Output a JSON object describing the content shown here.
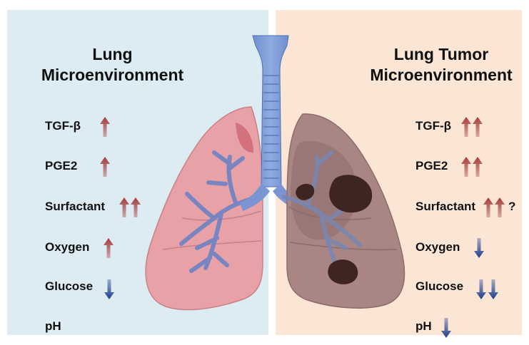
{
  "colors": {
    "left_bg": "#dcecf2",
    "right_bg": "#fbe6d6",
    "up_arrow": "#a33a3a",
    "down_arrow": "#1c3f8c"
  },
  "panels": [
    {
      "title_lines": [
        "Lung",
        "Microenvironment"
      ],
      "factors": [
        {
          "label": "TGF-β",
          "arrows": [
            {
              "direction": "up"
            }
          ]
        },
        {
          "label": "PGE2",
          "arrows": [
            {
              "direction": "up"
            }
          ]
        },
        {
          "label": "Surfactant",
          "arrows": [
            {
              "direction": "up"
            },
            {
              "direction": "up"
            }
          ]
        },
        {
          "label": "Oxygen",
          "arrows": [
            {
              "direction": "up"
            }
          ]
        },
        {
          "label": "Glucose",
          "arrows": [
            {
              "direction": "down"
            }
          ]
        },
        {
          "label": "pH",
          "arrows": []
        }
      ]
    },
    {
      "title_lines": [
        "Lung Tumor",
        "Microenvironment"
      ],
      "factors": [
        {
          "label": "TGF-β",
          "arrows": [
            {
              "direction": "up"
            },
            {
              "direction": "up"
            }
          ]
        },
        {
          "label": "PGE2",
          "arrows": [
            {
              "direction": "up"
            },
            {
              "direction": "up"
            }
          ]
        },
        {
          "label": "Surfactant",
          "arrows": [
            {
              "direction": "up"
            },
            {
              "direction": "up"
            }
          ],
          "note": "?"
        },
        {
          "label": "Oxygen",
          "arrows": [
            {
              "direction": "down"
            }
          ]
        },
        {
          "label": "Glucose",
          "arrows": [
            {
              "direction": "down"
            },
            {
              "direction": "down"
            }
          ]
        },
        {
          "label": "pH",
          "arrows": [
            {
              "direction": "down"
            }
          ]
        }
      ]
    }
  ]
}
